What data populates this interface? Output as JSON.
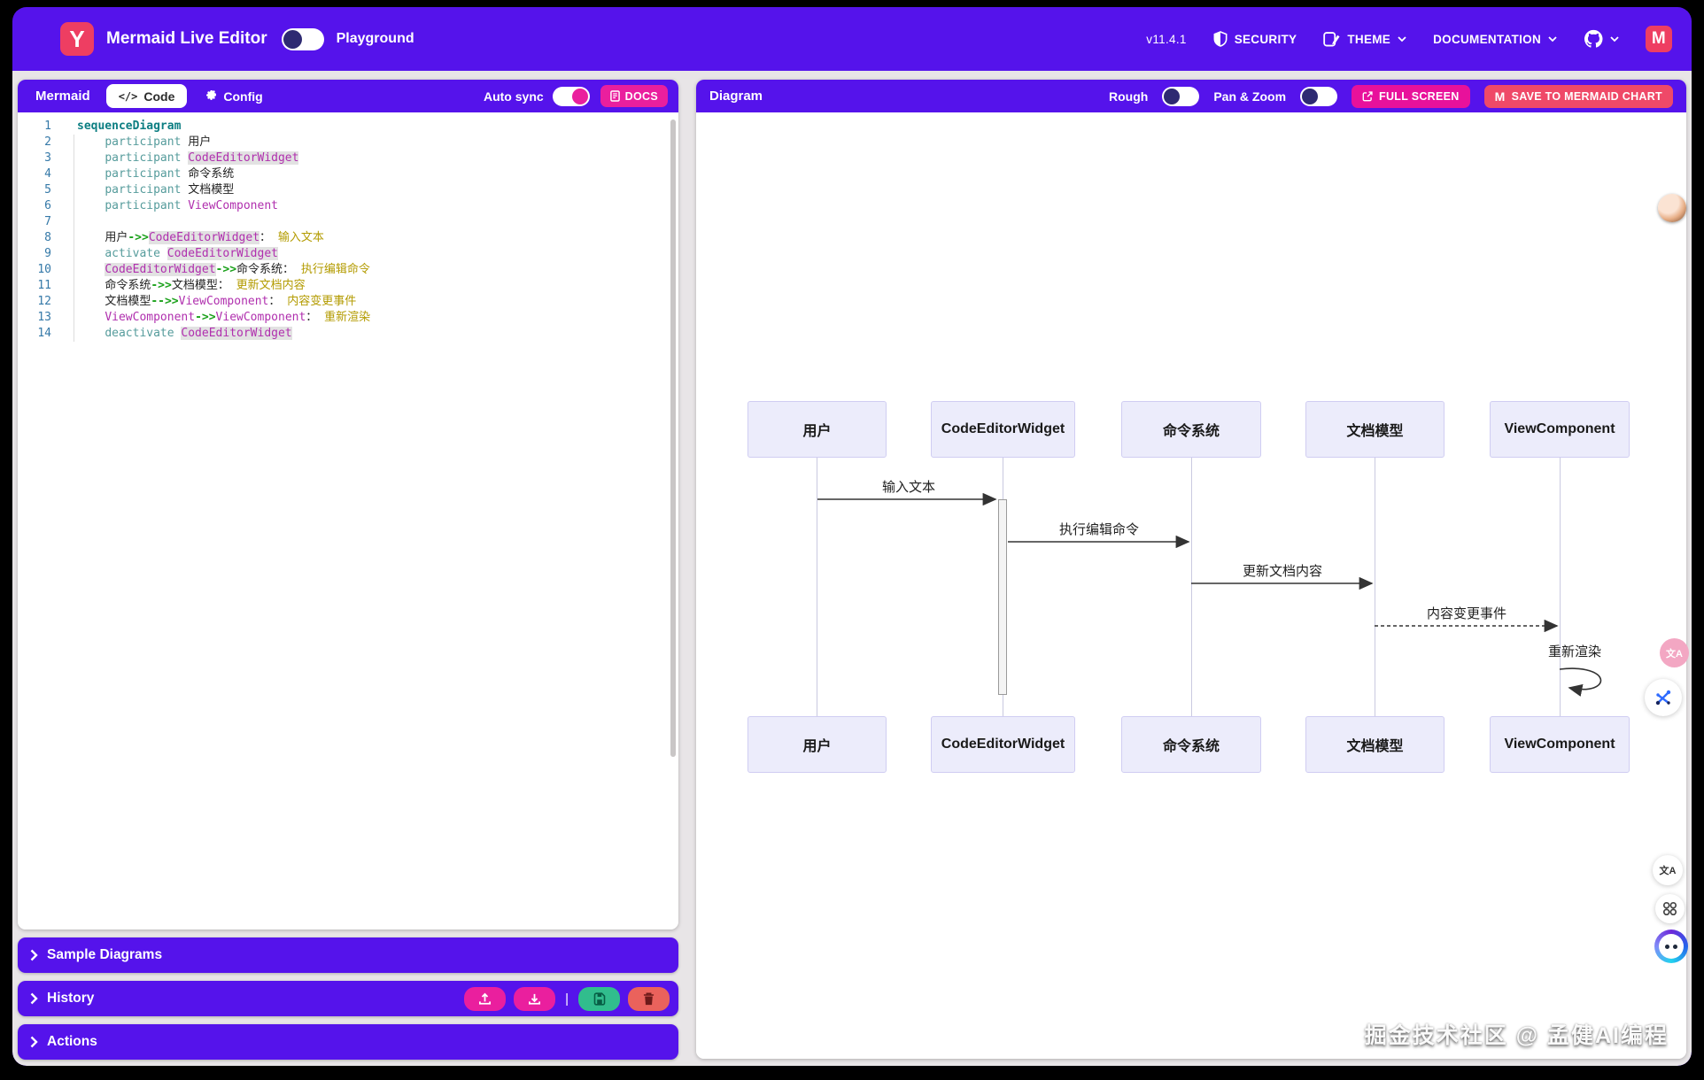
{
  "header": {
    "logo_glyph": "Y",
    "title": "Mermaid Live Editor",
    "playground_label": "Playground",
    "version": "v11.4.1",
    "nav": {
      "security": "SECURITY",
      "theme": "THEME",
      "documentation": "DOCUMENTATION"
    },
    "mermaid_mark": "M"
  },
  "editor": {
    "panel_title": "Mermaid",
    "tabs": [
      {
        "label": "Code"
      },
      {
        "label": "Config"
      }
    ],
    "auto_sync_label": "Auto sync",
    "docs_label": "DOCS",
    "code_lines": [
      [
        [
          "kw",
          "sequenceDiagram"
        ]
      ],
      [
        [
          "ws",
          "    "
        ],
        [
          "decl",
          "participant "
        ],
        [
          "txt",
          "用户"
        ]
      ],
      [
        [
          "ws",
          "    "
        ],
        [
          "decl",
          "participant "
        ],
        [
          "idh",
          "CodeEditorWidget"
        ]
      ],
      [
        [
          "ws",
          "    "
        ],
        [
          "decl",
          "participant "
        ],
        [
          "txt",
          "命令系统"
        ]
      ],
      [
        [
          "ws",
          "    "
        ],
        [
          "decl",
          "participant "
        ],
        [
          "txt",
          "文档模型"
        ]
      ],
      [
        [
          "ws",
          "    "
        ],
        [
          "decl",
          "participant "
        ],
        [
          "id",
          "ViewComponent"
        ]
      ],
      [],
      [
        [
          "ws",
          "    "
        ],
        [
          "txt",
          "用户"
        ],
        [
          "op",
          "->>"
        ],
        [
          "idh",
          "CodeEditorWidget"
        ],
        [
          "txt",
          "： "
        ],
        [
          "msg",
          "输入文本"
        ]
      ],
      [
        [
          "ws",
          "    "
        ],
        [
          "decl",
          "activate "
        ],
        [
          "idh",
          "CodeEditorWidget"
        ]
      ],
      [
        [
          "ws",
          "    "
        ],
        [
          "idh",
          "CodeEditorWidget"
        ],
        [
          "op",
          "->>"
        ],
        [
          "txt",
          "命令系统： "
        ],
        [
          "msg",
          "执行编辑命令"
        ]
      ],
      [
        [
          "ws",
          "    "
        ],
        [
          "txt",
          "命令系统"
        ],
        [
          "op",
          "->>"
        ],
        [
          "txt",
          "文档模型： "
        ],
        [
          "msg",
          "更新文档内容"
        ]
      ],
      [
        [
          "ws",
          "    "
        ],
        [
          "txt",
          "文档模型"
        ],
        [
          "op",
          "-->>"
        ],
        [
          "id",
          "ViewComponent"
        ],
        [
          "txt",
          "： "
        ],
        [
          "msg",
          "内容变更事件"
        ]
      ],
      [
        [
          "ws",
          "    "
        ],
        [
          "id",
          "ViewComponent"
        ],
        [
          "op",
          "->>"
        ],
        [
          "id",
          "ViewComponent"
        ],
        [
          "txt",
          "： "
        ],
        [
          "msg",
          "重新渲染"
        ]
      ],
      [
        [
          "ws",
          "    "
        ],
        [
          "decl",
          "deactivate "
        ],
        [
          "idh",
          "CodeEditorWidget"
        ]
      ]
    ]
  },
  "bottom_bars": {
    "sample": "Sample Diagrams",
    "history": "History",
    "actions": "Actions"
  },
  "history_buttons": [
    "upload-icon",
    "download-icon",
    "save-icon",
    "trash-icon"
  ],
  "diagram": {
    "panel_title": "Diagram",
    "rough_label": "Rough",
    "pan_zoom_label": "Pan & Zoom",
    "fullscreen_label": "FULL SCREEN",
    "save_label": "SAVE TO MERMAID CHART",
    "participants": [
      "用户",
      "CodeEditorWidget",
      "命令系统",
      "文档模型",
      "ViewComponent"
    ],
    "messages": [
      {
        "from": "用户",
        "to": "CodeEditorWidget",
        "label": "输入文本",
        "style": "solid"
      },
      {
        "from": "CodeEditorWidget",
        "to": "命令系统",
        "label": "执行编辑命令",
        "style": "solid"
      },
      {
        "from": "命令系统",
        "to": "文档模型",
        "label": "更新文档内容",
        "style": "solid"
      },
      {
        "from": "文档模型",
        "to": "ViewComponent",
        "label": "内容变更事件",
        "style": "dashed"
      },
      {
        "from": "ViewComponent",
        "to": "ViewComponent",
        "label": "重新渲染",
        "style": "self"
      }
    ],
    "watermark": "掘金技术社区 @ 孟健AI编程"
  },
  "colors": {
    "purple": "#5513eb",
    "pink": "#ea1f9e",
    "magenta_button": "#e8119b",
    "rose": "#ee3e62",
    "green": "#31bd8d",
    "salmon": "#ea625c",
    "actor_fill": "#ececfb",
    "actor_border": "#d0cdf2"
  }
}
